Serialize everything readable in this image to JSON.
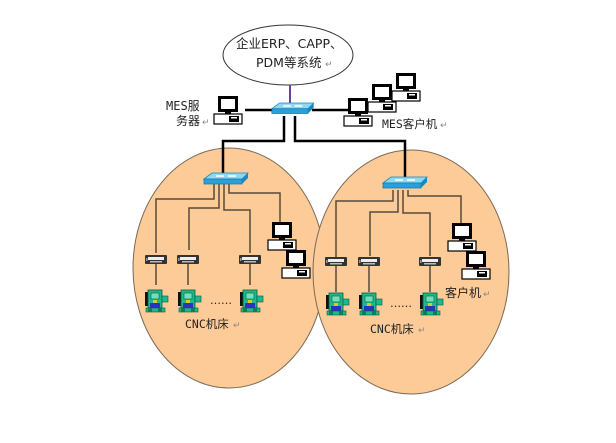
{
  "diagram": {
    "type": "network-topology",
    "top_system": {
      "line1": "企业ERP、CAPP、",
      "line2": "PDM等系统",
      "return_mark": "↵"
    },
    "mes_server": {
      "line1": "MES服",
      "line2": "务器",
      "return_mark": "↵"
    },
    "mes_client": {
      "label": "MES客户机",
      "return_mark": "↵",
      "count": 3
    },
    "workshops": [
      {
        "name": "workshop-left",
        "cnc_label": "CNC机床",
        "cnc_return_mark": "↵",
        "cnc_count_shown": 3,
        "ellipsis": "……",
        "client_count": 2,
        "client_label": ""
      },
      {
        "name": "workshop-right",
        "cnc_label": "CNC机床",
        "cnc_return_mark": "↵",
        "cnc_count_shown": 3,
        "ellipsis": "……",
        "client_count": 2,
        "client_label": "客户机",
        "client_return_mark": "↵"
      }
    ],
    "colors": {
      "workshop_fill": "#fccb98",
      "workshop_stroke": "#7a6a55",
      "switch_top": "#7fd0f0",
      "switch_side": "#2aa0d8",
      "trunk_line": "#000000",
      "branch_line": "#5a4a3a",
      "uplink_line": "#6a3fa0",
      "cnc_body": "#1fb88a",
      "cnc_accent": "#3030c0"
    }
  }
}
